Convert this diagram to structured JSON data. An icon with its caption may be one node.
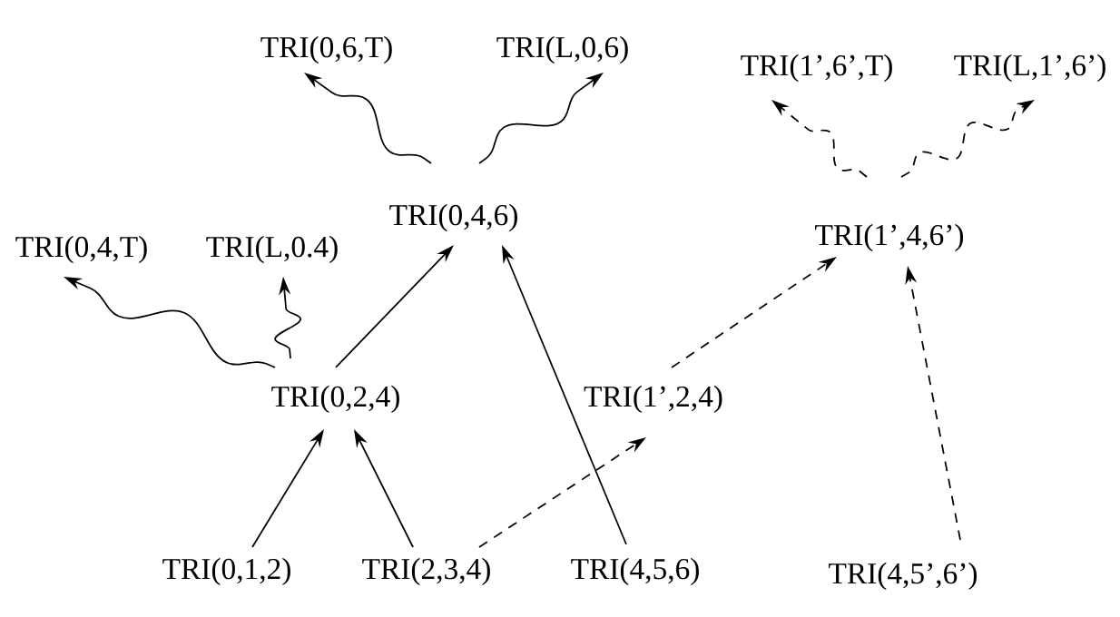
{
  "diagram": {
    "nodes": [
      {
        "text": [
          "TRI(0,6,T)"
        ]
      },
      {
        "text": [
          "TRI(L,0,6)"
        ]
      },
      {
        "text": [
          "TRI(1’,6’,T)"
        ]
      },
      {
        "text": [
          "TRI(L,1’,6’)"
        ]
      },
      {
        "text": [
          "TRI(0,4,6)"
        ]
      },
      {
        "text": [
          "TRI(1’,4,6’)"
        ]
      },
      {
        "text": [
          "TRI(0,4,T)"
        ]
      },
      {
        "text": [
          "TRI(L,0.4)"
        ]
      },
      {
        "text": [
          "TRI(0,2,4)"
        ]
      },
      {
        "text": [
          "TRI(1’,2,4)"
        ]
      },
      {
        "text": [
          "TRI(0,1,2)"
        ]
      },
      {
        "text": [
          "TRI(2,3,4)"
        ]
      },
      {
        "text": [
          "TRI(4,5,6)"
        ]
      },
      {
        "text": [
          "TRI(4,5’,6’)"
        ]
      }
    ],
    "edges": [
      {
        "from": 4,
        "to": 0,
        "arrow": "to"
      },
      {
        "from": 4,
        "to": 1,
        "arrow": "to"
      },
      {
        "from": 5,
        "to": 2,
        "arrow": "to",
        "style": "dashed"
      },
      {
        "from": 5,
        "to": 3,
        "arrow": "to",
        "style": "dashed"
      },
      {
        "from": 8,
        "to": 6,
        "arrow": "to"
      },
      {
        "from": 8,
        "to": 7,
        "arrow": "to"
      },
      {
        "from": 8,
        "to": 4,
        "arrow": "to"
      },
      {
        "from": 12,
        "to": 4,
        "arrow": "to"
      },
      {
        "from": 10,
        "to": 8,
        "arrow": "to"
      },
      {
        "from": 11,
        "to": 8,
        "arrow": "to"
      },
      {
        "from": 11,
        "to": 9,
        "arrow": "to",
        "style": "dashed"
      },
      {
        "from": 9,
        "to": 5,
        "arrow": "to",
        "style": "dashed"
      },
      {
        "from": 13,
        "to": 5,
        "arrow": "to",
        "style": "dashed"
      }
    ]
  }
}
